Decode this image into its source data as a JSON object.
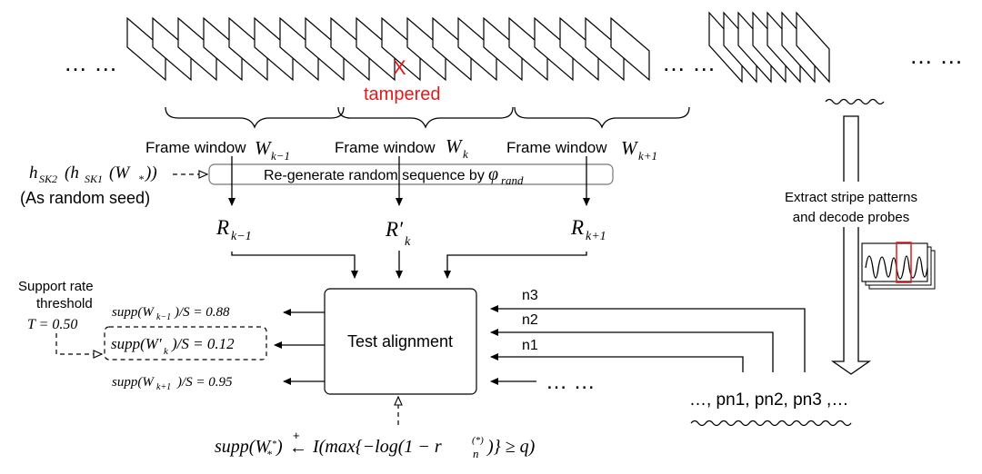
{
  "colors": {
    "accent_red": "#e21b1b",
    "stroke": "#000000"
  },
  "frames": {
    "ellipsis_left": "… …",
    "ellipsis_mid": "… …",
    "ellipsis_right": "… …",
    "tamper_mark": "X",
    "tamper_label": "tampered"
  },
  "windows": [
    {
      "label": "Frame window",
      "sym": "W",
      "sub": "k−1"
    },
    {
      "label": "Frame window",
      "sym": "W",
      "sub": "k"
    },
    {
      "label": "Frame window",
      "sym": "W",
      "sub": "k+1"
    }
  ],
  "seed": {
    "formula": "h",
    "formula_sub": "SK2",
    "formula_mid": "(h",
    "formula_sub2": "SK1",
    "formula_end": "(W",
    "formula_sub3": "*",
    "formula_close": "))",
    "note": "(As random seed)"
  },
  "regen": {
    "text": "Re-generate  random sequence by ",
    "phi": "φ",
    "phi_sub": "rand"
  },
  "rseq": [
    {
      "sym": "R",
      "sub": "k−1"
    },
    {
      "sym": "R′",
      "sub": "k"
    },
    {
      "sym": "R",
      "sub": "k+1"
    }
  ],
  "extract": {
    "line1": "Extract stripe patterns",
    "line2": "and decode probes"
  },
  "support": {
    "label1": "Support rate",
    "label2": "threshold",
    "threshold": "T = 0.50",
    "rows": [
      {
        "lhs": "supp(W",
        "sub": "k−1",
        "rhs": ")/S = 0.88"
      },
      {
        "lhs": "supp(W′",
        "sub": "k",
        "rhs": ")/S = 0.12"
      },
      {
        "lhs": "supp(W",
        "sub": "k+1",
        "rhs": ")/S = 0.95"
      }
    ]
  },
  "test": {
    "label": "Test alignment"
  },
  "probes": {
    "n3": "n3",
    "n2": "n2",
    "n1": "n1",
    "dots": "… …",
    "seq": "…, pn1, pn2, pn3 ,…"
  },
  "formula": {
    "lhs": "supp(W",
    "lhs_sub": "*",
    "lhs_sup": "*",
    "arrow": "←",
    "plus": "+",
    "rhs": "I(max{−log(1 − r",
    "rhs_sub": "n",
    "rhs_sup": "(*)",
    "rhs_end": ")} ≥ q)"
  }
}
